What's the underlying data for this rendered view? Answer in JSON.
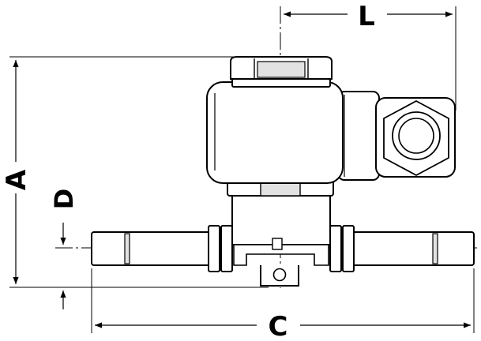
{
  "labels": {
    "L": "L",
    "A": "A",
    "D": "D",
    "C": "C"
  },
  "colors": {
    "line": "#000000",
    "body_fill": "#ffffff",
    "shade": "#e2e2e2",
    "background": "#ffffff"
  }
}
